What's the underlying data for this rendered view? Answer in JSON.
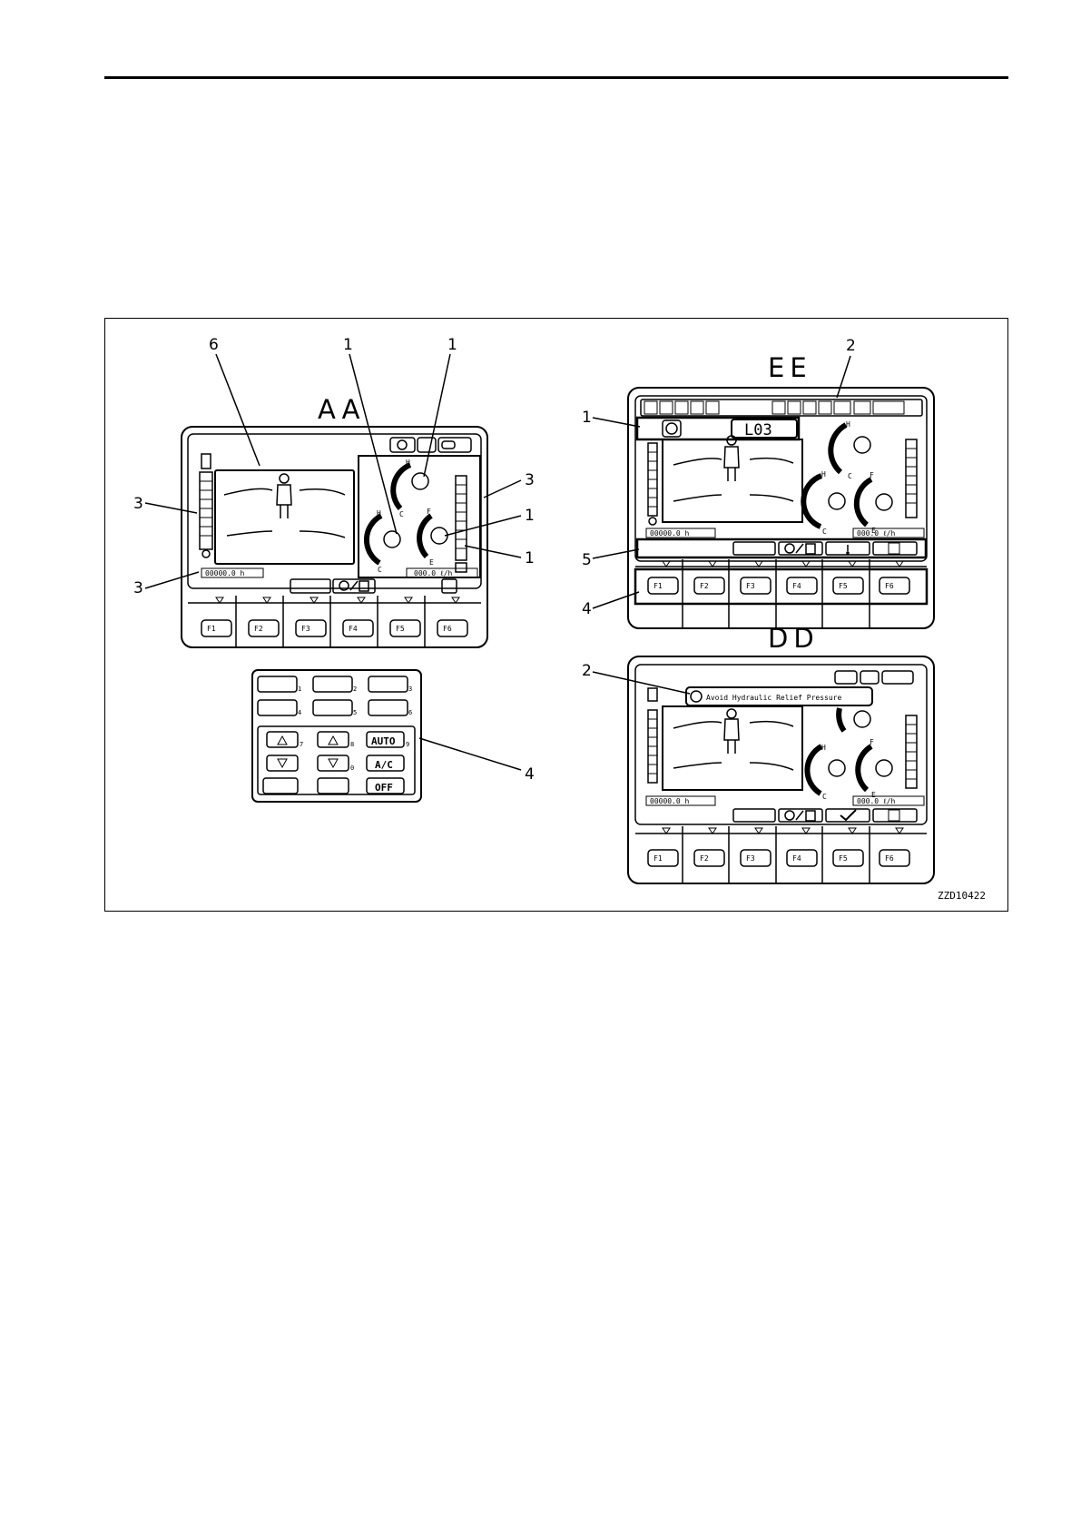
{
  "views": {
    "aa": "AA",
    "ee": "EE",
    "dd": "DD"
  },
  "callouts": {
    "aa_6": "6",
    "aa_1a": "1",
    "aa_1b": "1",
    "aa_3_left": "3",
    "aa_3_bottom": "3",
    "aa_3_right": "3",
    "aa_1_right_a": "1",
    "aa_1_right_b": "1",
    "aa_4": "4",
    "ee_2": "2",
    "ee_1": "1",
    "ee_5": "5",
    "ee_4": "4",
    "dd_2": "2"
  },
  "fkeys": [
    "F1",
    "F2",
    "F3",
    "F4",
    "F5",
    "F6"
  ],
  "screen": {
    "hour_meter": "00000.0 h",
    "fuel_rate": "000.0 ℓ/h",
    "gauge_h": "H",
    "gauge_c": "C",
    "gauge_f": "F",
    "gauge_e": "E"
  },
  "ee": {
    "code": "L03"
  },
  "dd": {
    "message": "Avoid Hydraulic Relief Pressure"
  },
  "aircon": {
    "auto": "AUTO",
    "ac": "A/C",
    "off": "OFF",
    "nums": [
      "1",
      "2",
      "3",
      "4",
      "5",
      "6",
      "7",
      "8",
      "9",
      "0"
    ]
  },
  "figure_id": "ZZD10422"
}
